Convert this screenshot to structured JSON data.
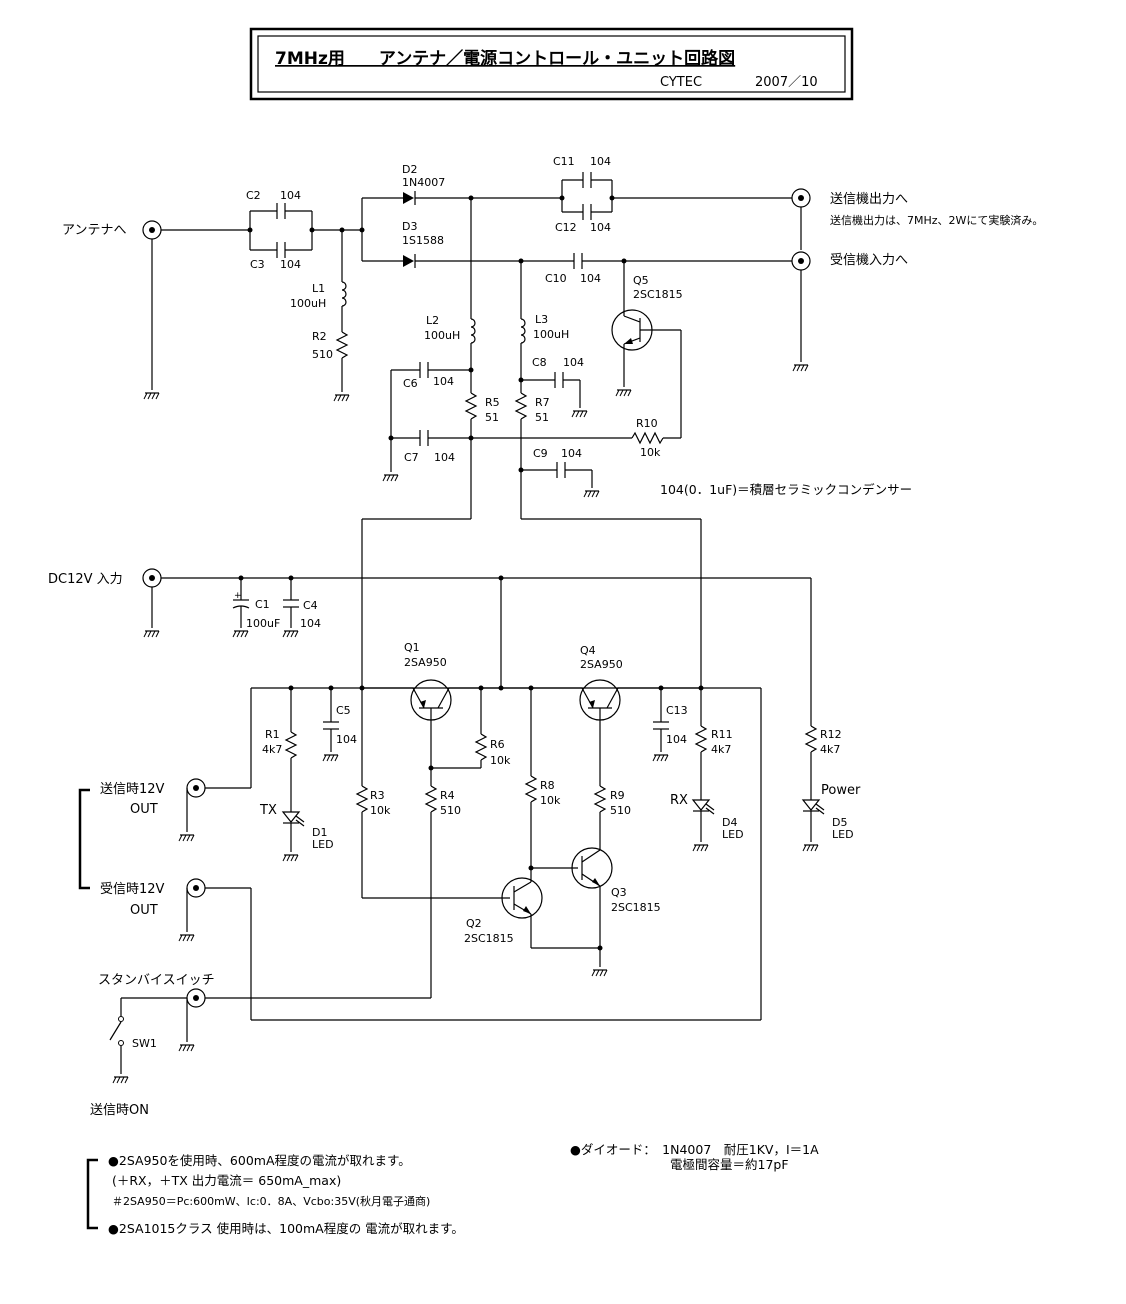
{
  "title": {
    "main": "7MHz用　　アンテナ／電源コントロール・ユニット回路図",
    "author": "CYTEC",
    "date": "2007／10"
  },
  "terminals": {
    "antenna": "アンテナへ",
    "tx_out": "送信機出力へ",
    "tx_note": "送信機出力は、7MHz、2Wにて実験済み。",
    "rx_in": "受信機入力へ",
    "dc_in": "DC12V 入力",
    "tx12_a": "送信時12V",
    "tx12_b": "OUT",
    "rx12_a": "受信時12V",
    "rx12_b": "OUT",
    "standby": "スタンバイスイッチ",
    "tx_on": "送信時ON"
  },
  "parts": {
    "D2": "D2",
    "D2v": "1N4007",
    "D3": "D3",
    "D3v": "1S1588",
    "C11": "C11",
    "C11v": "104",
    "C12": "C12",
    "C12v": "104",
    "C2": "C2",
    "C2v": "104",
    "C3": "C3",
    "C3v": "104",
    "C10": "C10",
    "C10v": "104",
    "Q5": "Q5",
    "Q5v": "2SC1815",
    "L1": "L1",
    "L1v": "100uH",
    "R2": "R2",
    "R2v": "510",
    "L2": "L2",
    "L2v": "100uH",
    "L3": "L3",
    "L3v": "100uH",
    "C8": "C8",
    "C8v": "104",
    "C6": "C6",
    "C6v": "104",
    "R5": "R5",
    "R5v": "51",
    "R7": "R7",
    "R7v": "51",
    "R10": "R10",
    "R10v": "10k",
    "C7": "C7",
    "C7v": "104",
    "C9": "C9",
    "C9v": "104",
    "C1": "C1",
    "C1v": "100uF",
    "C4": "C4",
    "C4v": "104",
    "Q1": "Q1",
    "Q1v": "2SA950",
    "Q4": "Q4",
    "Q4v": "2SA950",
    "C5": "C5",
    "C5v": "104",
    "C13": "C13",
    "C13v": "104",
    "R1": "R1",
    "R1v": "4k7",
    "R6": "R6",
    "R6v": "10k",
    "R11": "R11",
    "R11v": "4k7",
    "R12": "R12",
    "R12v": "4k7",
    "R3": "R3",
    "R3v": "10k",
    "R4": "R4",
    "R4v": "510",
    "R8": "R8",
    "R8v": "10k",
    "R9": "R9",
    "R9v": "510",
    "D1": "D1",
    "D1v": "LED",
    "TX": "TX",
    "D4": "D4",
    "D4v": "LED",
    "RX": "RX",
    "D5": "D5",
    "D5v": "LED",
    "Power": "Power",
    "Q2": "Q2",
    "Q2v": "2SC1815",
    "Q3": "Q3",
    "Q3v": "2SC1815",
    "SW1": "SW1"
  },
  "notes": {
    "cap_note": "104(0．1uF)＝積層セラミックコンデンサー",
    "n1": "●2SA950を使用時、600mA程度の電流が取れます。",
    "n2": "(＋RX，＋TX 出力電流＝ 650mA_max)",
    "n3": "＃2SA950＝Pc:600mW、Ic:0．8A、Vcbo:35V(秋月電子通商)",
    "n4": "●2SA1015クラス 使用時は、100mA程度の 電流が取れます。",
    "d1": "●ダイオード：　1N4007　耐圧1KV，I＝1A",
    "d2": "電極間容量＝約17pF"
  }
}
